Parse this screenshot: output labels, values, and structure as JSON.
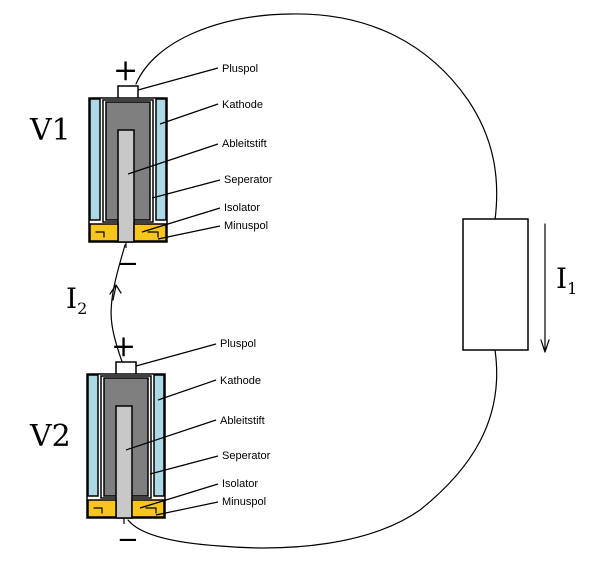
{
  "colors": {
    "cathode": "#add8e6",
    "electrode": "#7f7f7f",
    "pin": "#c8c8c8",
    "insulator": "#f7c51c",
    "outline": "#000000",
    "background": "#ffffff"
  },
  "cells": [
    {
      "label": "V1",
      "plus_sign": "+",
      "minus_sign": "−",
      "parts": {
        "pluspol": "Pluspol",
        "kathode": "Kathode",
        "ableitstift": "Ableitstift",
        "seperator": "Seperator",
        "isolator": "Isolator",
        "minuspol": "Minuspol"
      }
    },
    {
      "label": "V2",
      "plus_sign": "+",
      "minus_sign": "−",
      "parts": {
        "pluspol": "Pluspol",
        "kathode": "Kathode",
        "ableitstift": "Ableitstift",
        "seperator": "Seperator",
        "isolator": "Isolator",
        "minuspol": "Minuspol"
      }
    }
  ],
  "currents": {
    "i1": {
      "letter": "I",
      "sub": "1"
    },
    "i2": {
      "letter": "I",
      "sub": "2"
    }
  }
}
